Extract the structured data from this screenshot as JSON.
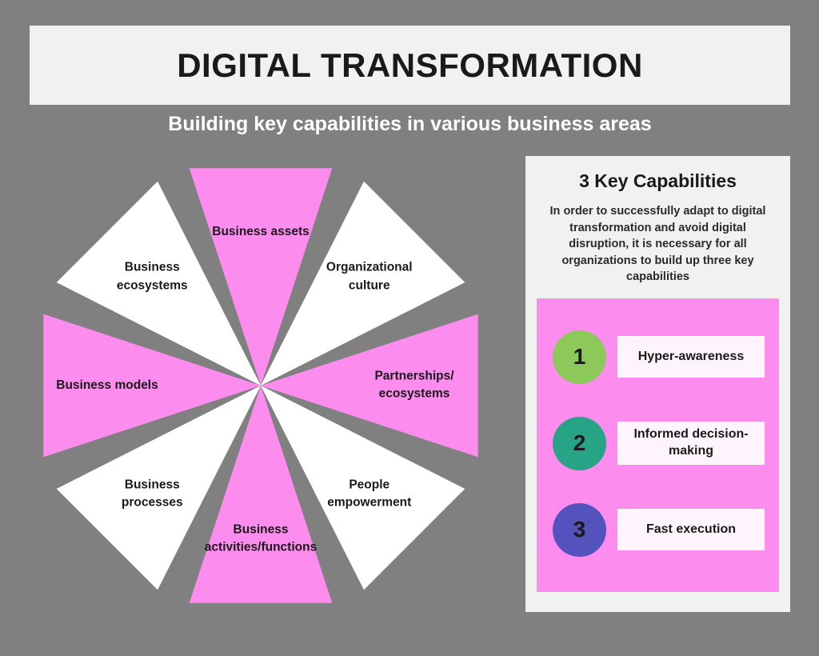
{
  "header": {
    "title": "DIGITAL TRANSFORMATION",
    "subtitle": "Building key capabilities in various business areas"
  },
  "colors": {
    "background": "#808080",
    "pink": "#fc8cee",
    "white": "#ffffff",
    "panel": "#f1f1f1",
    "label_box": "#fdf5fb",
    "badge_1": "#8cc85a",
    "badge_2": "#27a385",
    "badge_3": "#5452bd"
  },
  "wheel": {
    "segments": [
      {
        "label": "Business assets",
        "fill": "pink",
        "angle_deg": 270
      },
      {
        "label": "Organizational\nculture",
        "fill": "white",
        "angle_deg": 315
      },
      {
        "label": "Partnerships/\necosystems",
        "fill": "pink",
        "angle_deg": 0
      },
      {
        "label": "People\nempowerment",
        "fill": "white",
        "angle_deg": 45
      },
      {
        "label": "Business\nactivities/functions",
        "fill": "pink",
        "angle_deg": 90
      },
      {
        "label": "Business\nprocesses",
        "fill": "white",
        "angle_deg": 135
      },
      {
        "label": "Business models",
        "fill": "pink",
        "angle_deg": 180
      },
      {
        "label": "Business\necosystems",
        "fill": "white",
        "angle_deg": 225
      }
    ]
  },
  "panel": {
    "heading": "3 Key Capabilities",
    "description": "In order to successfully adapt to digital transformation and avoid digital disruption, it is necessary for all organizations to build up three key capabilities",
    "capabilities": [
      {
        "number": "1",
        "label": "Hyper-awareness",
        "color": "#8cc85a"
      },
      {
        "number": "2",
        "label": "Informed decision-making",
        "color": "#27a385"
      },
      {
        "number": "3",
        "label": "Fast execution",
        "color": "#5452bd"
      }
    ]
  }
}
